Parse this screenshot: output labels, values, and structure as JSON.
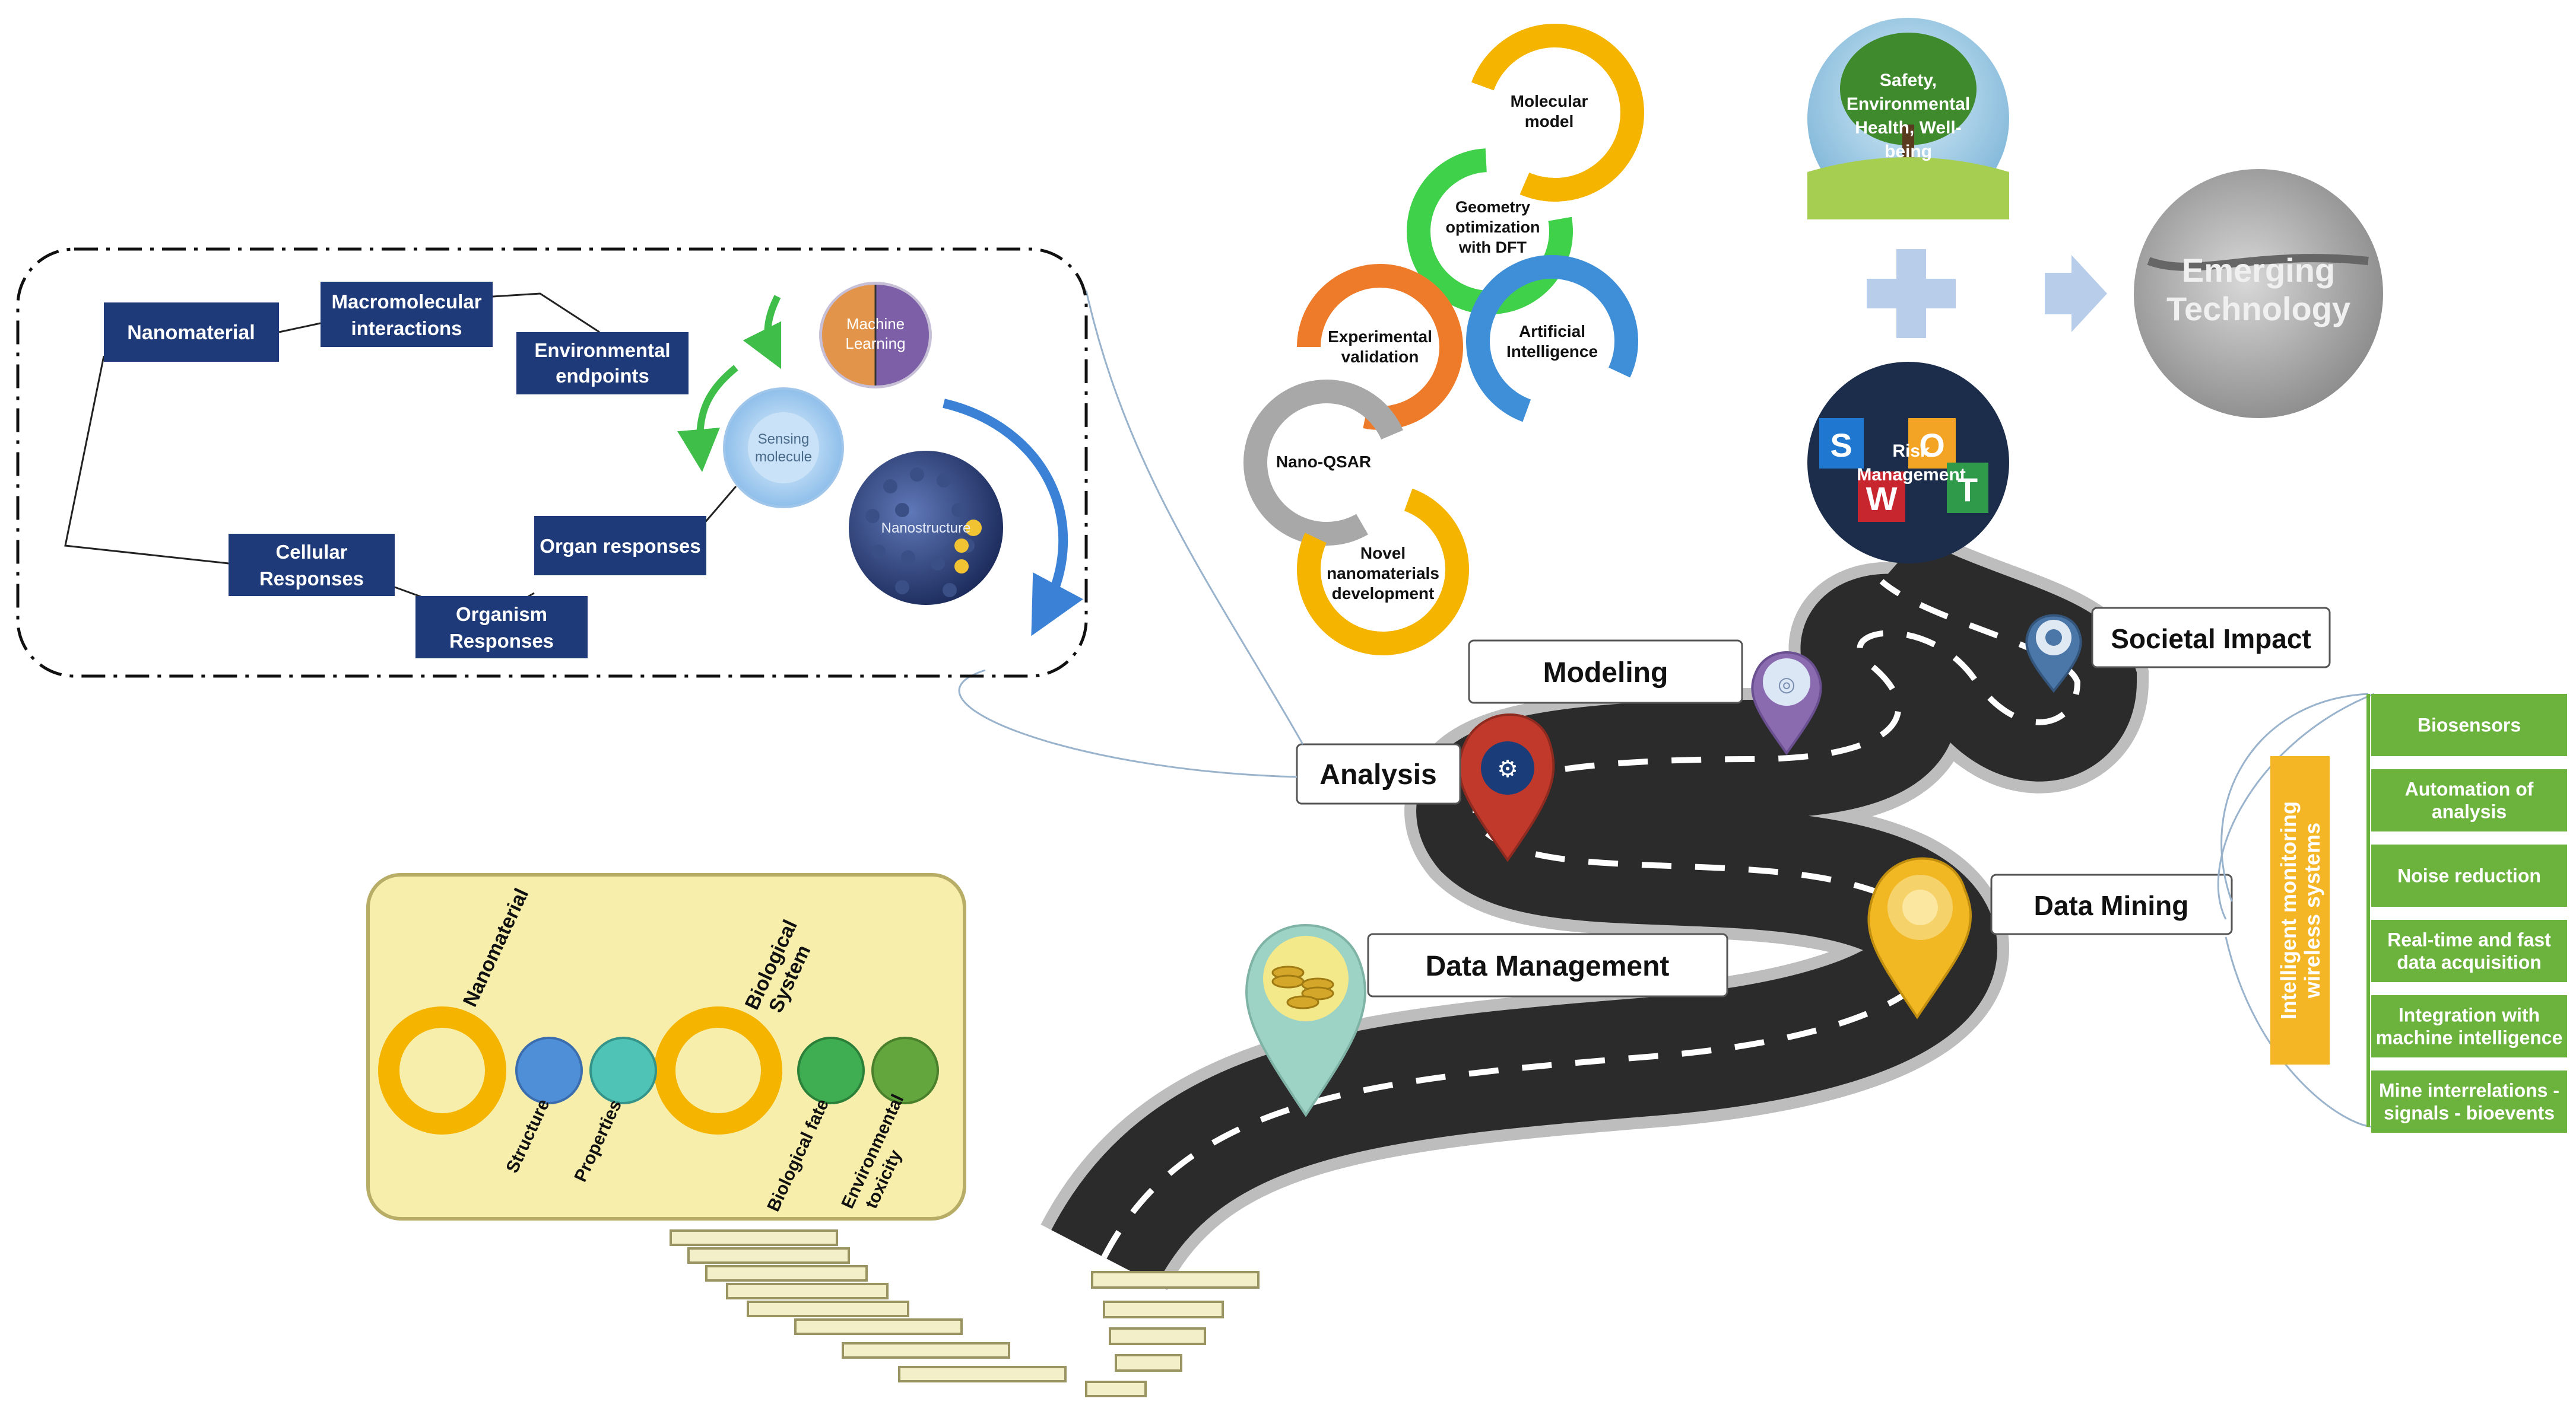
{
  "stages": {
    "analysis": "Analysis",
    "modeling": "Modeling",
    "societal_impact": "Societal Impact",
    "data_mining": "Data Mining",
    "data_management": "Data Management"
  },
  "analysis_panel": {
    "nanomaterial": "Nanomaterial",
    "macromolecular": [
      "Macromolecular",
      "interactions"
    ],
    "environmental": [
      "Environmental",
      "endpoints"
    ],
    "cellular": [
      "Cellular",
      "Responses"
    ],
    "organ": "Organ responses",
    "organism": [
      "Organism",
      "Responses"
    ],
    "machine_learning": [
      "Machine",
      "Learning"
    ],
    "sensing_molecule": [
      "Sensing",
      "molecule"
    ],
    "nanostructure": "Nanostructure"
  },
  "modeling_cycle": {
    "molecular_model": [
      "Molecular",
      "model"
    ],
    "geometry": [
      "Geometry",
      "optimization",
      "with DFT"
    ],
    "ai": [
      "Artificial",
      "Intelligence"
    ],
    "experimental": [
      "Experimental",
      "validation"
    ],
    "nano_qsar": "Nano-QSAR",
    "novel": [
      "Novel",
      "nanomaterials",
      "development"
    ]
  },
  "societal": {
    "safety": [
      "Safety,",
      "Environmental",
      "Health, Well-",
      "being"
    ],
    "risk": [
      "Risk",
      "Management"
    ],
    "swot": [
      "S",
      "O",
      "W",
      "T"
    ],
    "emerging": [
      "Emerging",
      "Technology"
    ]
  },
  "data_mining_list": {
    "vertical_label": [
      "Intelligent monitoring",
      "wireless systems"
    ],
    "items": [
      [
        "Biosensors"
      ],
      [
        "Automation of",
        "analysis"
      ],
      [
        "Noise reduction"
      ],
      [
        "Real-time and fast",
        "data acquisition"
      ],
      [
        "Integration with",
        "machine intelligence"
      ],
      [
        "Mine interrelations -",
        "signals - bioevents"
      ]
    ]
  },
  "data_management_panel": {
    "nanomaterial": "Nanomaterial",
    "biological_system": [
      "Biological",
      "System"
    ],
    "structure": "Structure",
    "properties": "Properties",
    "biological_fate": "Biological fate",
    "environmental_toxicity": [
      "Environmental",
      "toxicity"
    ]
  },
  "colors": {
    "box_blue": "#1f3a78",
    "road": "#2b2b2b",
    "ring_gold": "#f5b400",
    "green_list": "#6cb33e",
    "panel_yellow": "#f6eeaa"
  }
}
